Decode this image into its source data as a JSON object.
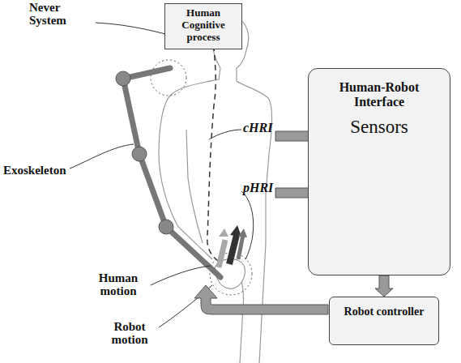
{
  "diagram": {
    "nodes": [
      {
        "text": [
          "Human Cognitive process"
        ]
      },
      {
        "text": [
          "Human-Robot Interface",
          "Sensors"
        ]
      },
      {
        "text": [
          "Robot controller"
        ]
      }
    ],
    "edges": [
      {
        "from": 1,
        "to": 2,
        "arrow": "to"
      }
    ],
    "labels": [
      "Never System",
      "Exoskeleton",
      "cHRI",
      "pHRI",
      "Human motion",
      "Robot motion"
    ]
  }
}
